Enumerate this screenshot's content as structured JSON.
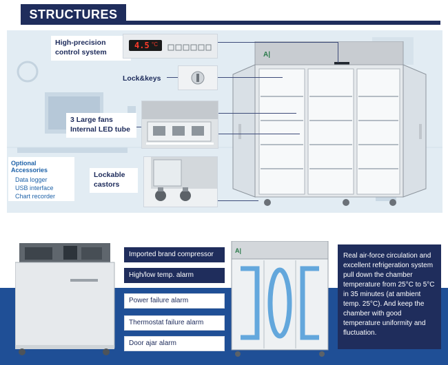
{
  "header": {
    "title": "STRUCTURES"
  },
  "callouts": {
    "control": "High-precision control system",
    "lock": "Lock&keys",
    "fans": "3 Large fans Internal LED tube",
    "castors": "Lockable castors"
  },
  "display": {
    "readout": "4.5",
    "unit": "°C"
  },
  "accessories": {
    "title": "Optional Accessories",
    "items": [
      "Data logger",
      "USB interface",
      "Chart recorder"
    ]
  },
  "features": [
    "Imported brand compressor",
    "High/low temp. alarm",
    "Power failure alarm",
    "Thermostat failure alarm",
    "Door ajar alarm"
  ],
  "description": "Real air-force circulation and excellent refrigeration system pull down the chamber temperature  from 25°C to 5°C in 35 minutes (at ambient temp. 25°C). And keep the chamber with good temperature uniformity and fluctuation.",
  "colors": {
    "navy": "#1f2d5c",
    "blue_band": "#1f4f96",
    "scene_bg": "#e2ecf3",
    "accent_blue": "#1e62a8"
  }
}
